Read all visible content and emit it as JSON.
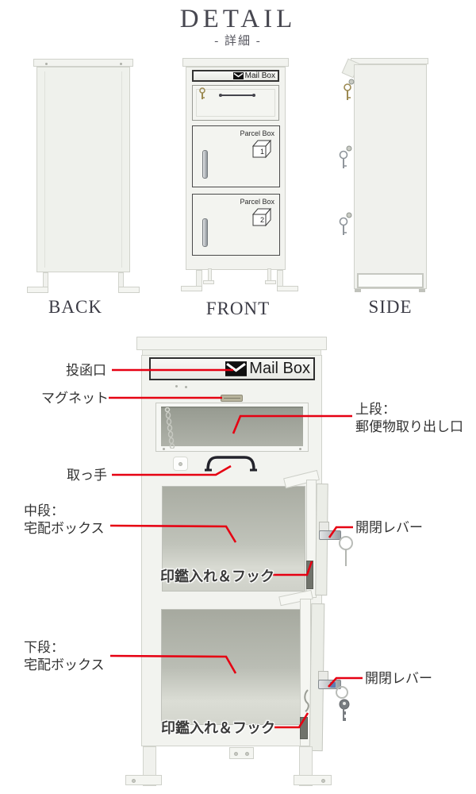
{
  "header": {
    "title": "DETAIL",
    "subtitle": "- 詳細 -"
  },
  "views": {
    "back": {
      "label": "BACK"
    },
    "front": {
      "label": "FRONT",
      "mailbox": "Mail Box",
      "parcel1": {
        "label": "Parcel Box",
        "num": "1"
      },
      "parcel2": {
        "label": "Parcel Box",
        "num": "2"
      }
    },
    "side": {
      "label": "SIDE"
    }
  },
  "detail": {
    "mailbox": "Mail Box",
    "labels": {
      "slot": "投函口",
      "magnet": "マグネット",
      "handle": "取っ手",
      "upper1": "上段：",
      "upper2": "郵便物取り出し口",
      "middle1": "中段：",
      "middle2": "宅配ボックス",
      "lower1": "下段：",
      "lower2": "宅配ボックス",
      "lever_mid": "開閉レバー",
      "lever_btm": "開閉レバー",
      "stamp_mid": "印鑑入れ＆フック",
      "stamp_btm": "印鑑入れ＆フック"
    }
  },
  "colors": {
    "accent": "#e60012",
    "cabinet": "#f2f3ef",
    "interior": "#a8aba1"
  }
}
